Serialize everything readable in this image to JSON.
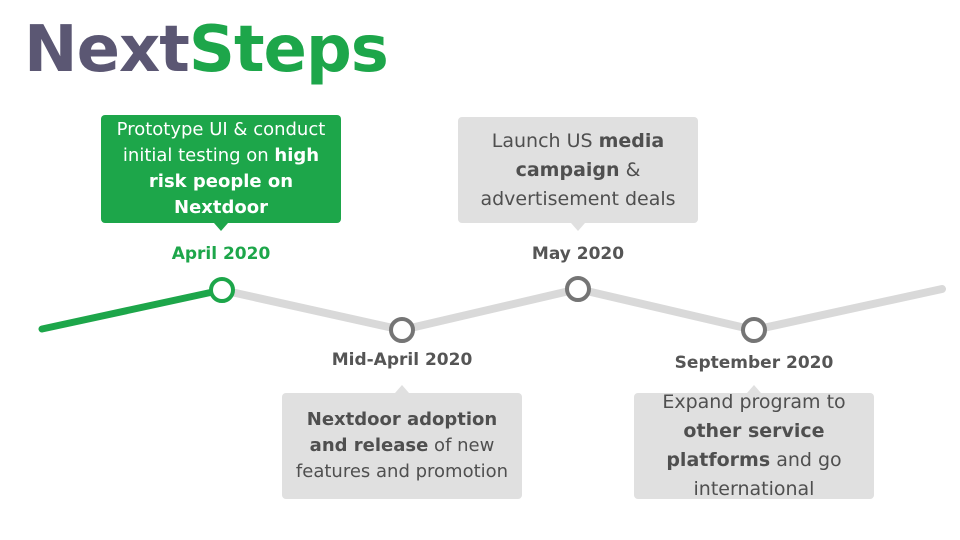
{
  "logo": {
    "part_1": "Next",
    "part_2": "Steps"
  },
  "colors": {
    "accent": "#1da64a",
    "track": "#d9d9d9",
    "node": "#757575",
    "logo_dark": "#5b5773",
    "callout_bg": "#e0e0e0"
  },
  "milestones": [
    {
      "date": "April 2020",
      "highlight": true,
      "text": [
        {
          "t": "Prototype UI & conduct initial testing on ",
          "b": false
        },
        {
          "t": "high risk people  on Nextdoor",
          "b": true
        }
      ]
    },
    {
      "date": "Mid-April 2020",
      "highlight": false,
      "text": [
        {
          "t": "Nextdoor adoption and release",
          "b": true
        },
        {
          "t": " of new features and promotion",
          "b": false
        }
      ]
    },
    {
      "date": "May 2020",
      "highlight": false,
      "text": [
        {
          "t": "Launch US ",
          "b": false
        },
        {
          "t": "media campaign",
          "b": true
        },
        {
          "t": " & advertisement deals",
          "b": false
        }
      ]
    },
    {
      "date": "September 2020",
      "highlight": false,
      "text": [
        {
          "t": "Expand program to ",
          "b": false
        },
        {
          "t": "other service platforms",
          "b": true
        },
        {
          "t": " and go international",
          "b": false
        }
      ]
    }
  ]
}
